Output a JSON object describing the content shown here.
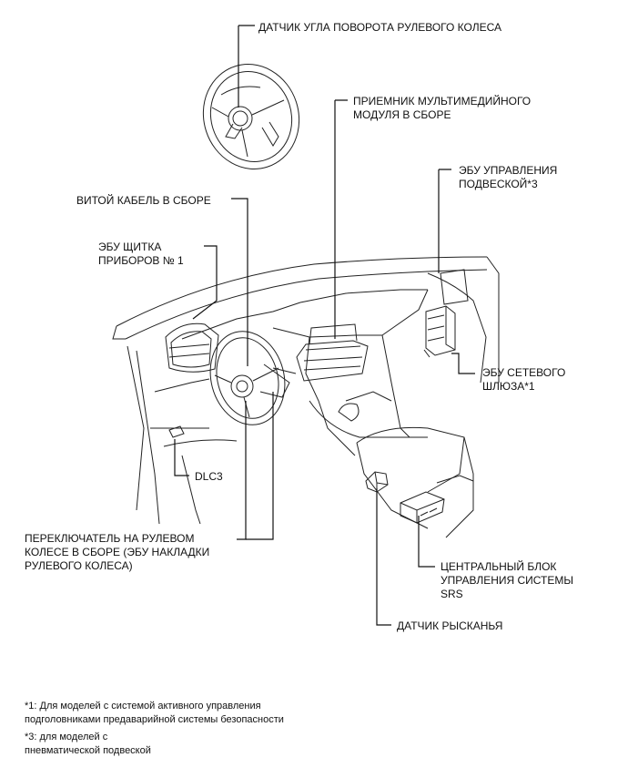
{
  "labels": {
    "steering_angle_sensor": "ДАТЧИК УГЛА ПОВОРОТА РУЛЕВОГО КОЛЕСА",
    "multimedia_receiver": "ПРИЕМНИК МУЛЬТИМЕДИЙНОГО\nМОДУЛЯ В СБОРЕ",
    "suspension_ecu": "ЭБУ УПРАВЛЕНИЯ\nПОДВЕСКОЙ*3",
    "spiral_cable": "ВИТОЙ КАБЕЛЬ В СБОРЕ",
    "meter_ecu": "ЭБУ ЩИТКА\nПРИБОРОВ № 1",
    "gateway_ecu": "ЭБУ СЕТЕВОГО\nШЛЮЗА*1",
    "dlc3": "DLC3",
    "steering_pad_switch": "ПЕРЕКЛЮЧАТЕЛЬ НА РУЛЕВОМ\nКОЛЕСЕ В СБОРЕ (ЭБУ НАКЛАДКИ\nРУЛЕВОГО КОЛЕСА)",
    "srs_center_unit": "ЦЕНТРАЛЬНЫЙ БЛОК\nУПРАВЛЕНИЯ СИСТЕМЫ\nSRS",
    "yaw_rate_sensor": "ДАТЧИК РЫСКАНЬЯ"
  },
  "notes": {
    "note1": "*1: Для моделей с системой активного управления\nподголовниками предаварийной системы безопасности",
    "note3": "*3: для моделей с\nпневматической подвеской"
  }
}
